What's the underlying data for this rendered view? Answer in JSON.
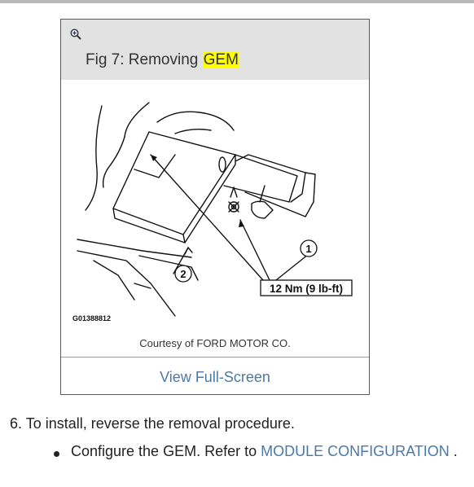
{
  "figure": {
    "zoom_icon": "zoom-in-icon",
    "title_prefix": "Fig 7: Removing ",
    "title_highlight": "GEM",
    "callout_1": "1",
    "callout_2": "2",
    "torque_label": "12 Nm (9 lb-ft)",
    "drawing_id": "G01388812",
    "courtesy": "Courtesy of FORD MOTOR CO.",
    "fullscreen_link": "View Full-Screen",
    "highlight_color": "#ffff00"
  },
  "steps": {
    "step6": "6. To install, reverse the removal procedure.",
    "bullet_text": "Configure the GEM. Refer to ",
    "bullet_link": "MODULE CONFIGURATION",
    "bullet_after": " .",
    "link_color": "#4a78a8"
  }
}
